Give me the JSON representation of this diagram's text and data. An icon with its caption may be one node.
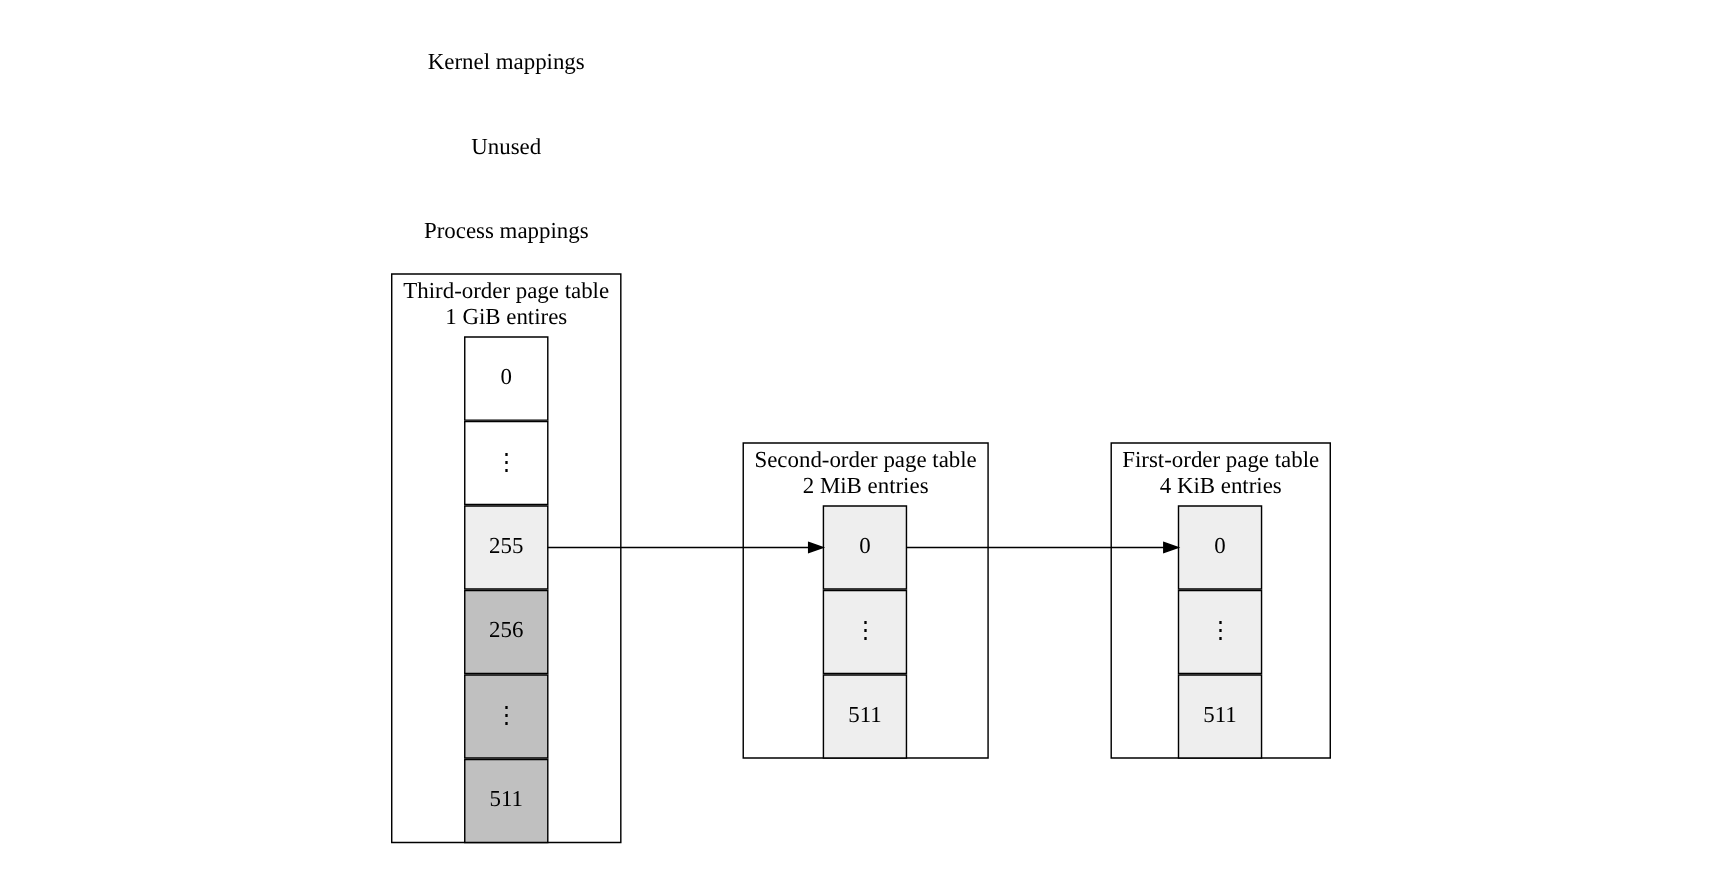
{
  "diagram": {
    "nodes": [
      {
        "text": [
          "Third-order page table",
          "1 GiB entires"
        ]
      },
      {
        "text": [
          "0"
        ],
        "in": 0
      },
      {
        "text": [
          "⋮"
        ],
        "in": 0
      },
      {
        "text": [
          "255"
        ],
        "in": 0
      },
      {
        "text": [
          "256"
        ],
        "in": 0
      },
      {
        "text": [
          "⋮"
        ],
        "in": 0
      },
      {
        "text": [
          "511"
        ],
        "in": 0
      },
      {
        "text": [
          "Second-order page table",
          "2 MiB entries"
        ]
      },
      {
        "text": [
          "0"
        ],
        "in": 7
      },
      {
        "text": [
          "⋮"
        ],
        "in": 7
      },
      {
        "text": [
          "511"
        ],
        "in": 7
      },
      {
        "text": [
          "First-order page table",
          "4 KiB entries"
        ]
      },
      {
        "text": [
          "0"
        ],
        "in": 11
      },
      {
        "text": [
          "⋮"
        ],
        "in": 11
      },
      {
        "text": [
          "511"
        ],
        "in": 11
      }
    ],
    "edges": [
      {
        "from": 3,
        "to": 8,
        "arrow": "to"
      },
      {
        "from": 8,
        "to": 12,
        "arrow": "to"
      }
    ],
    "labels": [
      "Process mappings",
      "Unused",
      "Kernel mappings"
    ]
  }
}
